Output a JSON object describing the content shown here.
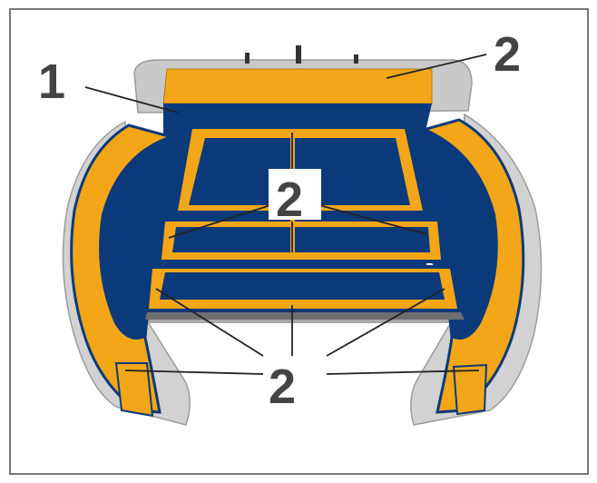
{
  "callouts": {
    "part_1": "1",
    "part_2_top_right": "2",
    "part_2_center": "2",
    "part_2_bottom": "2"
  },
  "colors": {
    "backing_foam": "#d4d4d4",
    "backing_shadow": "#9e9e9e",
    "blue_zone": "#0b3a7a",
    "orange_zone": "#f3a618",
    "label_text": "#444444",
    "frame": "#555555"
  }
}
